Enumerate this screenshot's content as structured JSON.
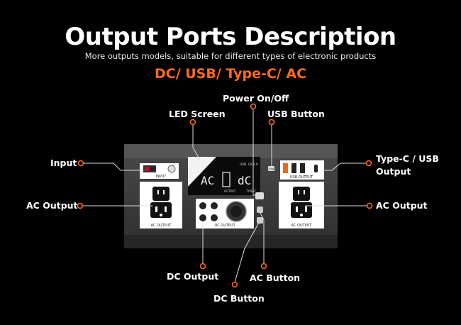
{
  "header": {
    "title": "Output Ports Description",
    "subtitle": "More outputs models, suitable for different types of electronic products",
    "port_types": "DC/ USB/ Type-C/ AC"
  },
  "callouts": {
    "power": "Power On/Off",
    "led_screen": "LED Screen",
    "usb_button": "USB Button",
    "input": "Input",
    "typec_usb_line1": "Type-C / USB",
    "typec_usb_line2": "Output",
    "ac_output_left": "AC Output",
    "ac_output_right": "AC Output",
    "dc_output": "DC Output",
    "ac_button": "AC Button",
    "dc_button": "DC Button"
  },
  "panel": {
    "input_label": "INPUT",
    "usb_output_label": "USB OUTPUT",
    "ac_output_label_left": "AC OUTPUT",
    "ac_output_label_right": "AC OUTPUT",
    "dc_output_label": "DC OUTPUT",
    "lcd_left": "AC",
    "lcd_right": "dC",
    "lcd_usb": "USB",
    "lcd_qc": "QC3.0",
    "lcd_output": "OUTPUT",
    "lcd_typec": "TYPE-C",
    "usb_btn_label": "USB"
  },
  "colors": {
    "accent": "#ff6a1a",
    "background": "#000000",
    "device_body": "#3d3d3d",
    "panel": "#262626"
  }
}
